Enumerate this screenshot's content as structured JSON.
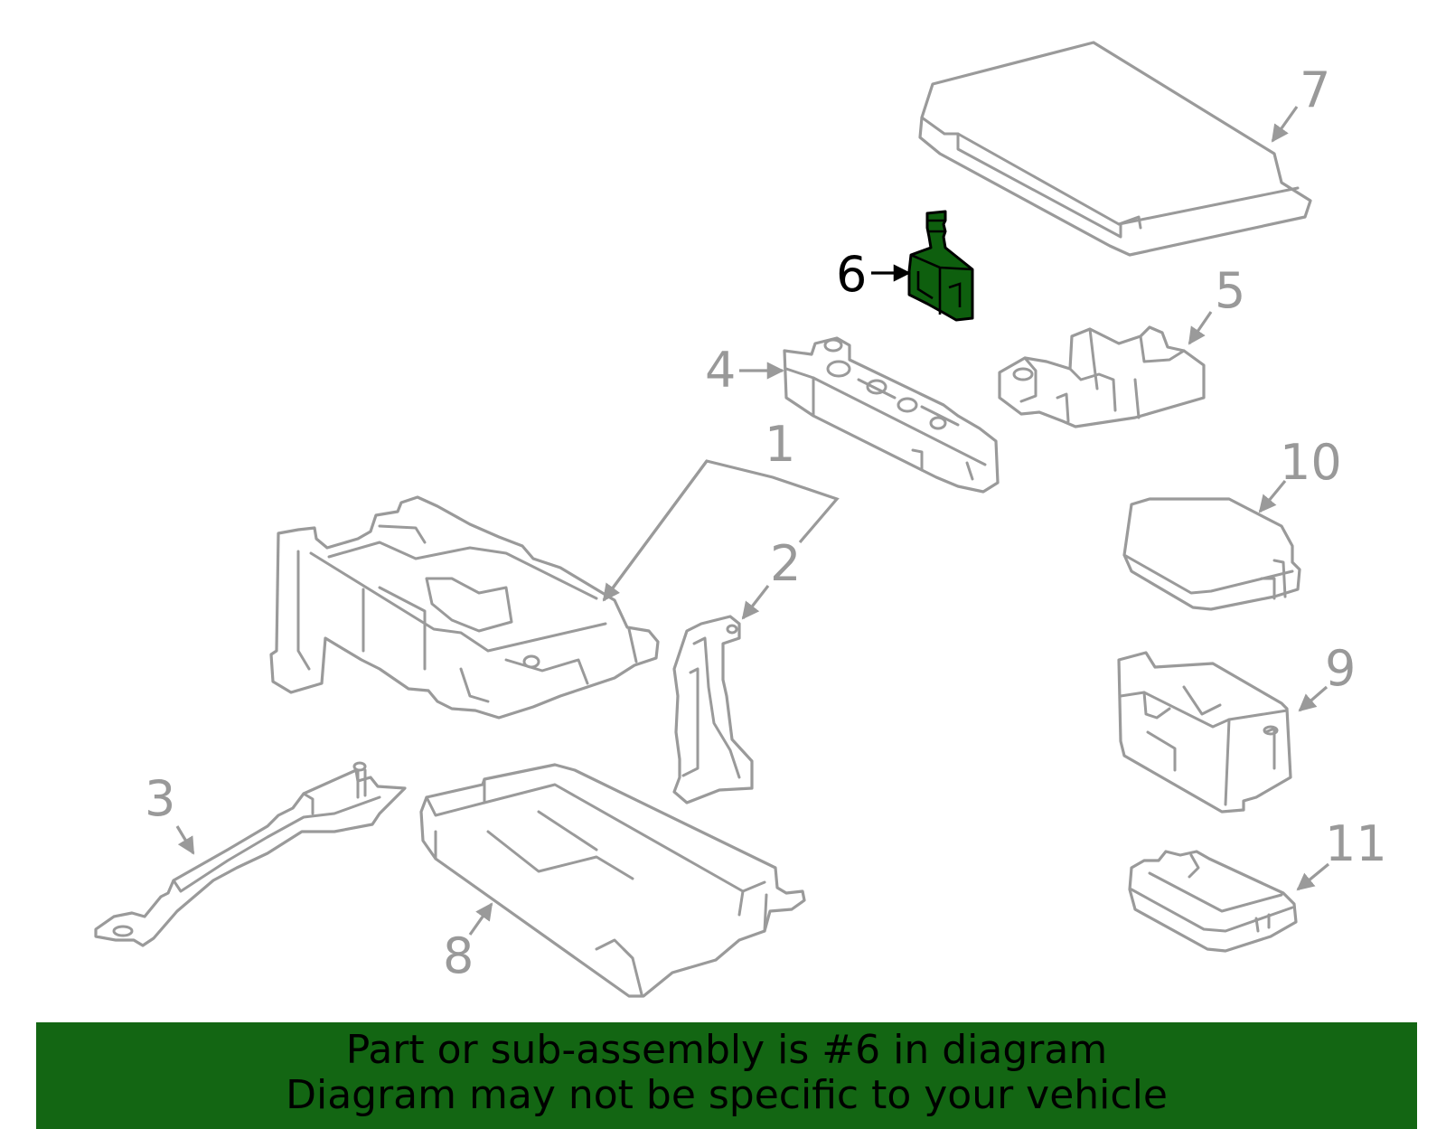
{
  "callouts": {
    "c1": "1",
    "c2": "2",
    "c3": "3",
    "c4": "4",
    "c5": "5",
    "c6": "6",
    "c7": "7",
    "c8": "8",
    "c9": "9",
    "c10": "10",
    "c11": "11"
  },
  "highlighted_part": "6",
  "colors": {
    "highlight_fill": "#0e5f0e",
    "banner_background": "#136613",
    "part_outline": "#9a9a9a"
  },
  "banner": {
    "line1": "Part or sub-assembly is #6 in diagram",
    "line2": "Diagram may not be specific to your vehicle"
  }
}
